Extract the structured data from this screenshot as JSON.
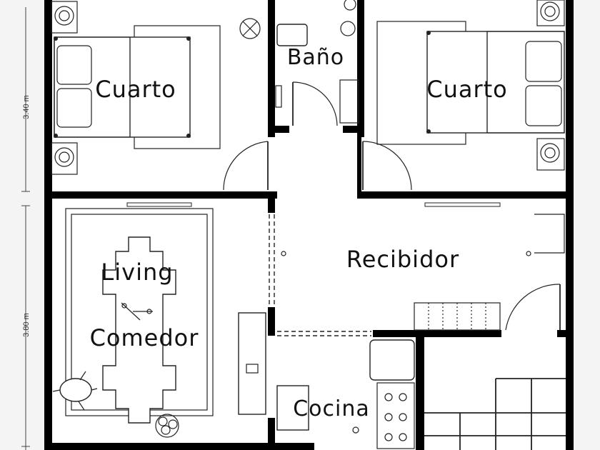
{
  "rooms": {
    "bedroom_left": "Cuarto",
    "bedroom_right": "Cuarto",
    "bathroom": "Baño",
    "hall": "Recibidor",
    "living_1": "Living",
    "living_2": "Comedor",
    "kitchen": "Cocina"
  },
  "dimensions": {
    "upper": "3.40 m",
    "lower": "3.80 m"
  }
}
